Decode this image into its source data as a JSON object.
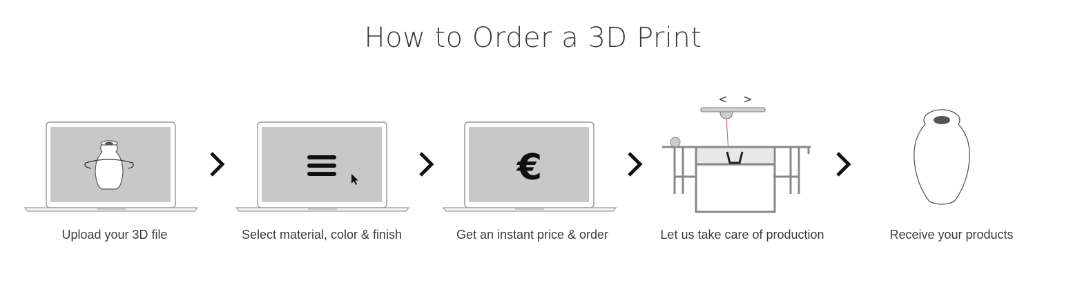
{
  "title": "How to Order a 3D Print",
  "steps": [
    {
      "label": "Upload your 3D file",
      "icon": "vase-rotate-icon"
    },
    {
      "label": "Select material, color & finish",
      "icon": "menu-icon"
    },
    {
      "label": "Get an instant price & order",
      "icon": "euro-icon"
    },
    {
      "label": "Let us take care of production",
      "icon": "3d-printer-icon"
    },
    {
      "label": "Receive your products",
      "icon": "vase-icon"
    }
  ],
  "price_symbol": "€",
  "printer_controls": {
    "left": "<",
    "right": ">"
  },
  "colors": {
    "screen": "#c8c8c8",
    "outline": "#9a9a9a",
    "arrow": "#111111",
    "text": "#3b3b3b"
  }
}
